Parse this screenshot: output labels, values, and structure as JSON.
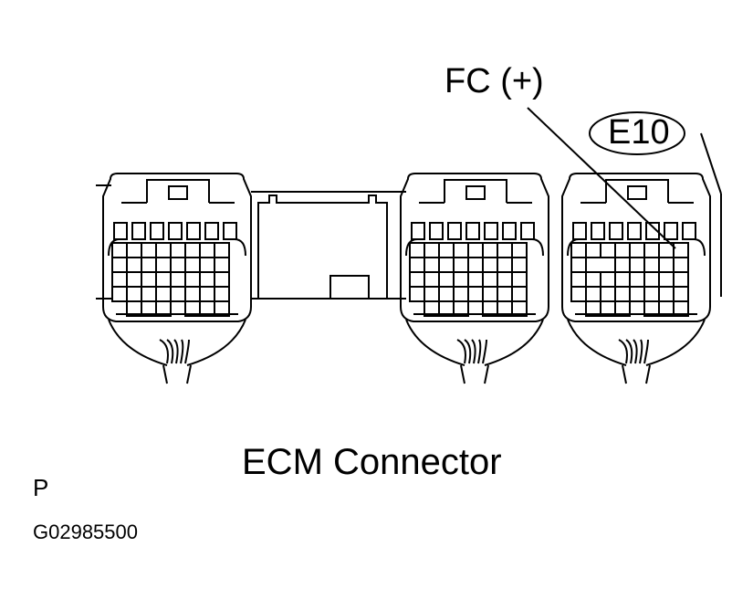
{
  "labels": {
    "pin_label": "FC (+)",
    "connector_code": "E10",
    "title": "ECM Connector",
    "corner_letter": "P",
    "figure_code": "G02985500"
  }
}
